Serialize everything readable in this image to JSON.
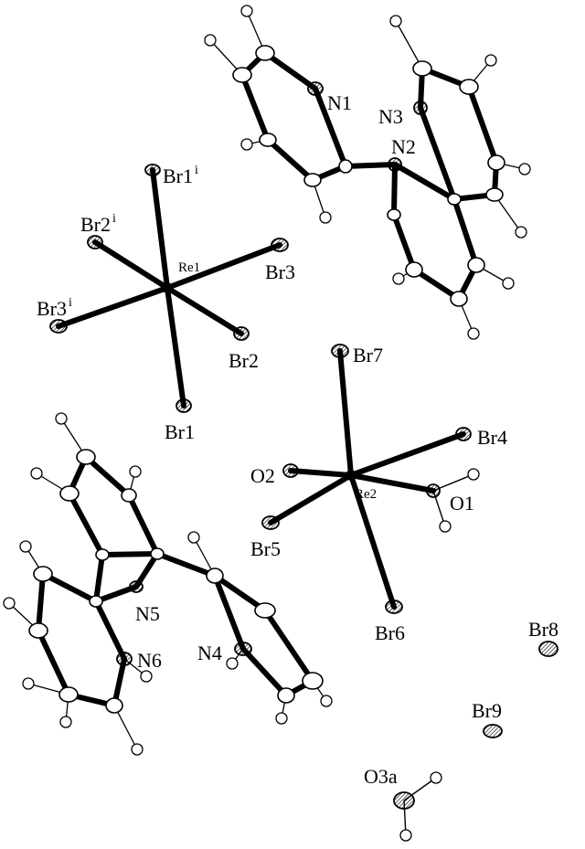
{
  "labels": {
    "Br1i": {
      "main": "Br1",
      "sup": "i"
    },
    "Br2i": {
      "main": "Br2",
      "sup": "i"
    },
    "Br3i": {
      "main": "Br3",
      "sup": "i"
    },
    "Br1": "Br1",
    "Br2": "Br2",
    "Br3": "Br3",
    "Re1": "Re1",
    "Br4": "Br4",
    "Br5": "Br5",
    "Br6": "Br6",
    "Br7": "Br7",
    "Br8": "Br8",
    "Br9": "Br9",
    "Re2": "Re2",
    "O1": "O1",
    "O2": "O2",
    "O3a": "O3a",
    "N1": "N1",
    "N2": "N2",
    "N3": "N3",
    "N4": "N4",
    "N5": "N5",
    "N6": "N6"
  }
}
